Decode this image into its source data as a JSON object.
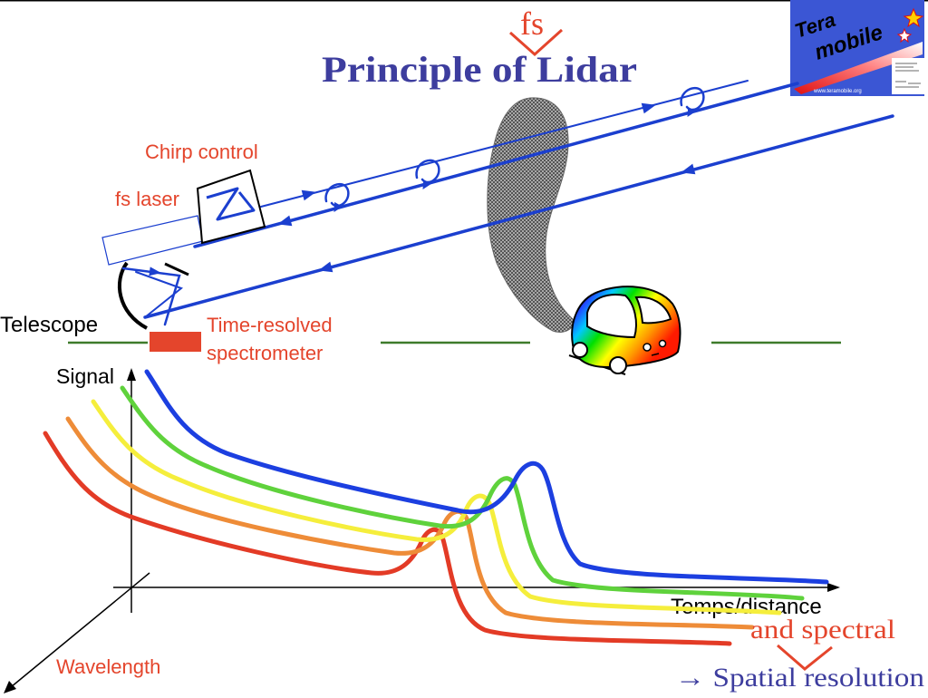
{
  "title": {
    "main": "Principle of Lidar",
    "insert": "fs"
  },
  "logo": {
    "word1": "Tera",
    "word2": "mobile",
    "url": "www.teramobile.org"
  },
  "setup": {
    "chirp_control": "Chirp control",
    "fs_laser": "fs laser",
    "telescope": "Telescope",
    "spectrometer": [
      "Time-resolved",
      "spectrometer"
    ]
  },
  "graph": {
    "y_axis": "Signal",
    "x_axis": "Temps/distance",
    "z_axis": "Wavelength",
    "curve_colors": [
      "#e33b26",
      "#ee8c38",
      "#f5ee3c",
      "#5fd23c",
      "#1c3fe0"
    ]
  },
  "conclusion": {
    "insert": "and spectral",
    "main": "→ Spatial resolution"
  },
  "colors": {
    "title": "#3d3d9e",
    "label_red": "#e4452c",
    "beam_blue": "#1b3fcf",
    "ground_green": "#3e7b2b",
    "logo_blue": "#3b56d4"
  }
}
